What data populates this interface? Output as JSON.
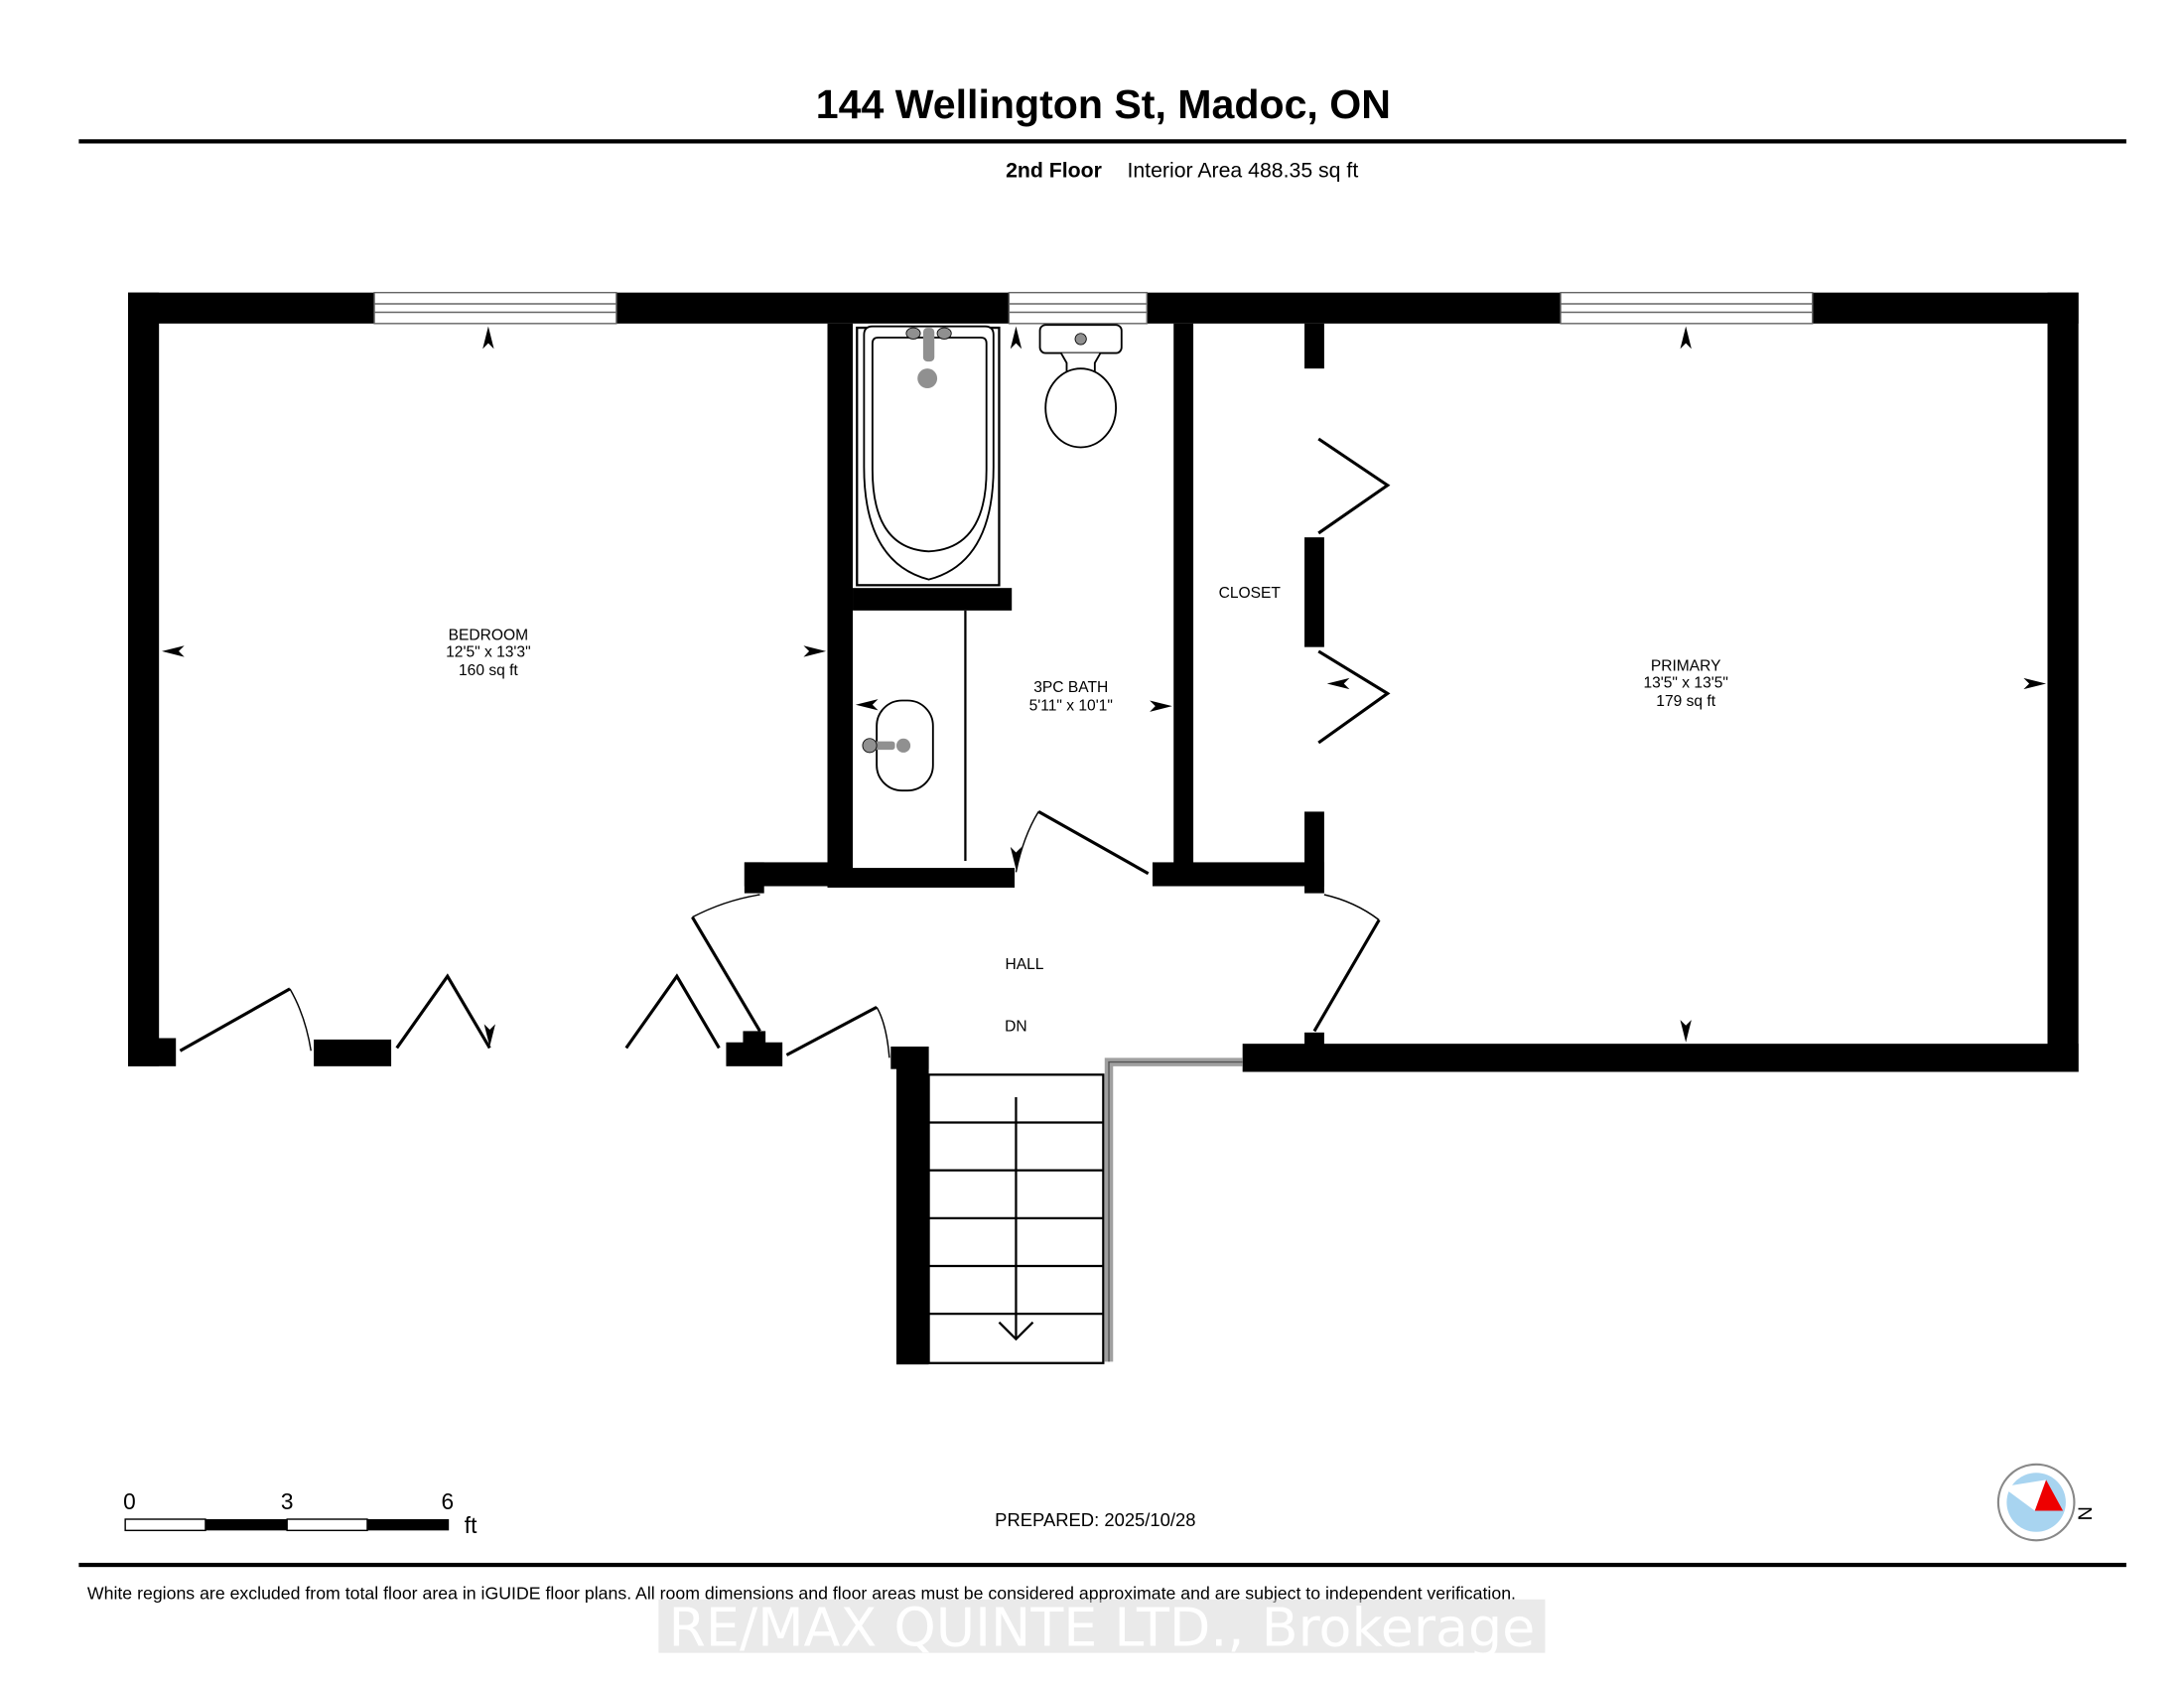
{
  "header": {
    "title": "144 Wellington St, Madoc, ON",
    "floor_name": "2nd Floor",
    "interior_area": "Interior Area 488.35 sq ft"
  },
  "rooms": [
    {
      "id": "bedroom",
      "name": "BEDROOM",
      "dimensions": "12'5\" x 13'3\"",
      "area": "160 sq ft"
    },
    {
      "id": "bath",
      "name": "3PC BATH",
      "dimensions": "5'11\" x 10'1\""
    },
    {
      "id": "closet",
      "name": "CLOSET"
    },
    {
      "id": "primary",
      "name": "PRIMARY",
      "dimensions": "13'5\" x 13'5\"",
      "area": "179 sq ft"
    },
    {
      "id": "hall",
      "name": "HALL"
    }
  ],
  "stairs": {
    "label": "DN",
    "steps": 6
  },
  "scale_bar": {
    "ticks": [
      "0",
      "3",
      "6"
    ],
    "unit": "ft"
  },
  "prepared": "PREPARED: 2025/10/28",
  "compass": {
    "label": "N",
    "colors": {
      "ring": "#888888",
      "face": "#a8d4f0",
      "needle_north": "#ee0000",
      "needle_south": "#ffffff"
    }
  },
  "footer": {
    "disclaimer": "White regions are excluded from total floor area in iGUIDE floor plans. All room dimensions and floor areas must be considered approximate and are subject to independent verification.",
    "watermark": "RE/MAX QUINTE LTD., Brokerage"
  },
  "colors": {
    "wall": "#000000",
    "half_wall": "#a0a0a0",
    "fixture_gray": "#909090",
    "window_line": "#666666"
  }
}
